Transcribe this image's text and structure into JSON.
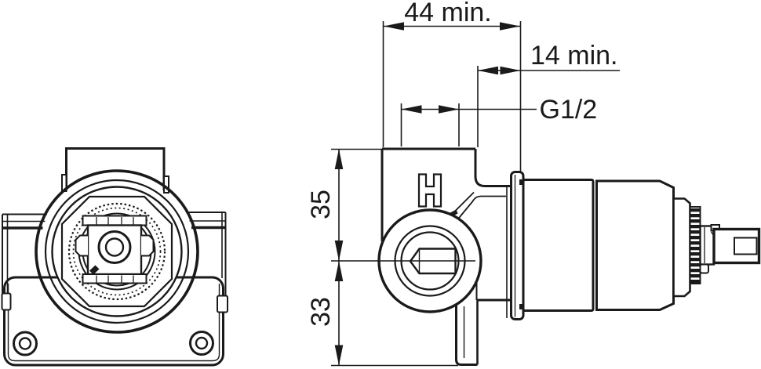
{
  "drawing": {
    "background": "#ffffff",
    "line_color": "#1a1a1a",
    "labels": {
      "dim_width": "44 min.",
      "dim_depth": "14 min.",
      "thread": "G1/2",
      "dim_upper": "35",
      "dim_lower": "33",
      "marking": "H"
    }
  }
}
